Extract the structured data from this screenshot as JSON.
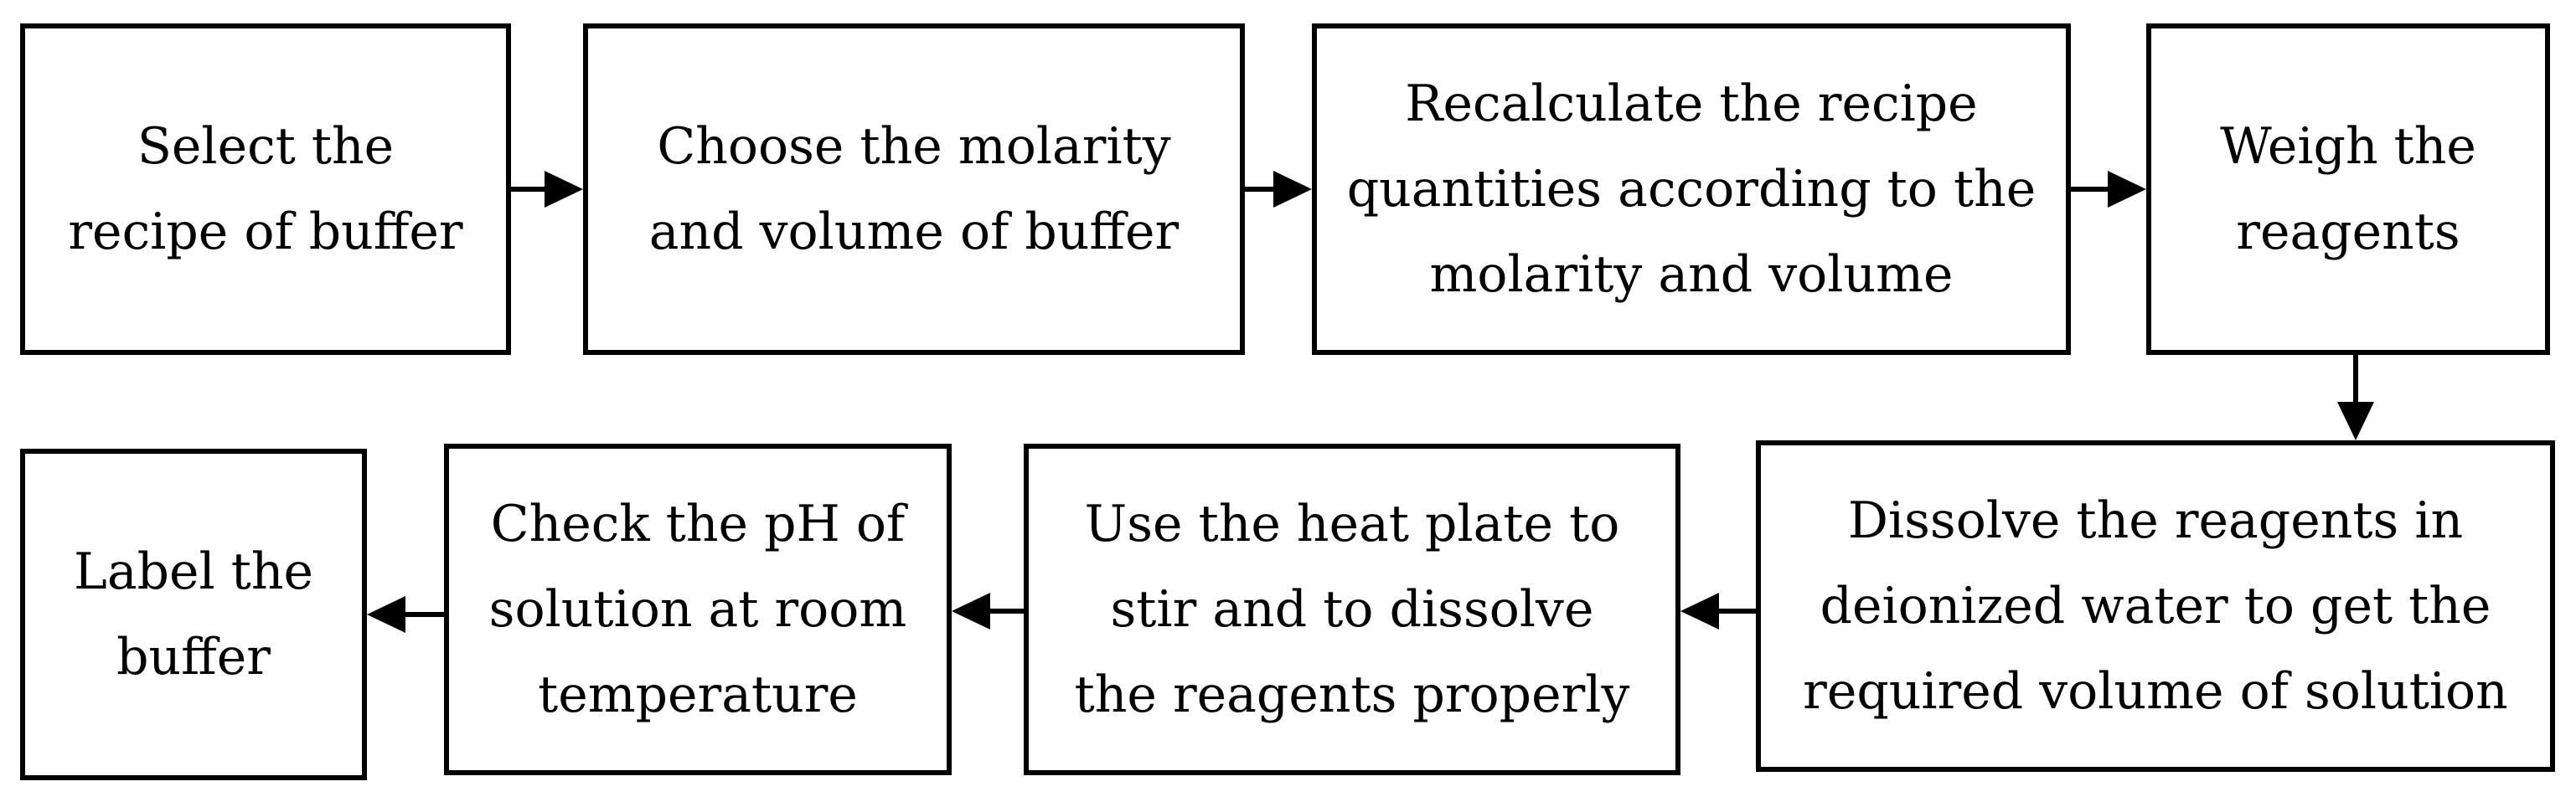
{
  "steps": [
    {
      "id": "select-recipe",
      "label": "Select the\nrecipe of buffer"
    },
    {
      "id": "choose-molarity",
      "label": "Choose the molarity\nand volume of buffer"
    },
    {
      "id": "recalculate",
      "label": "Recalculate the recipe\nquantities according to the\nmolarity and volume"
    },
    {
      "id": "weigh",
      "label": "Weigh the\nreagents"
    },
    {
      "id": "dissolve",
      "label": "Dissolve the reagents in\ndeionized water to get the\nrequired volume of solution"
    },
    {
      "id": "heat-plate",
      "label": "Use the heat plate to\nstir and to dissolve\nthe reagents properly"
    },
    {
      "id": "check-ph",
      "label": "Check the pH of\nsolution at room\ntemperature"
    },
    {
      "id": "label-buffer",
      "label": "Label the\nbuffer"
    }
  ],
  "style": {
    "line_color": "#000000",
    "box_fill": "#ffffff"
  }
}
